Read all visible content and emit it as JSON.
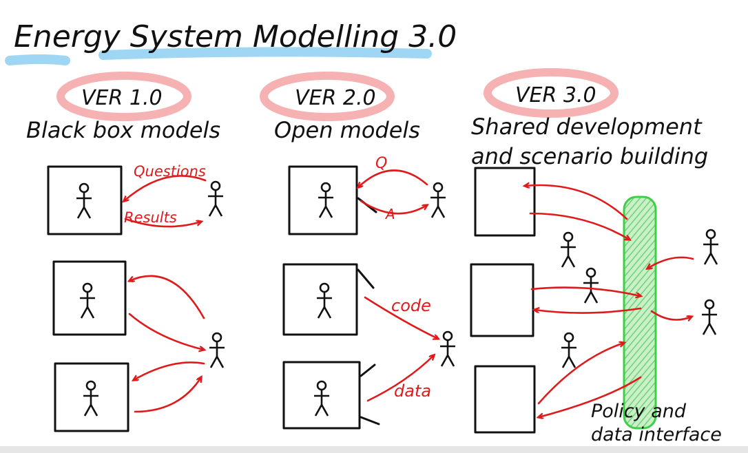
{
  "title": "Energy System Modelling 3.0",
  "columns": [
    {
      "version": "VER 1.0",
      "caption": "Black box models",
      "arrow_labels": [
        "Questions",
        "Results"
      ]
    },
    {
      "version": "VER 2.0",
      "caption": "Open models",
      "arrow_labels": [
        "Q",
        "A",
        "code",
        "data"
      ]
    },
    {
      "version": "VER 3.0",
      "caption_line1": "Shared development",
      "caption_line2": "and scenario building",
      "interface_line1": "Policy and",
      "interface_line2": "data interface"
    }
  ],
  "colors": {
    "ink": "#111111",
    "arrow": "#e0191b",
    "ring": "#f4a5a5",
    "underline": "#8fd0f3",
    "black_box": "#8a8a8a",
    "open_box": "#f6dfa4",
    "shared_box": "#79d87f"
  }
}
